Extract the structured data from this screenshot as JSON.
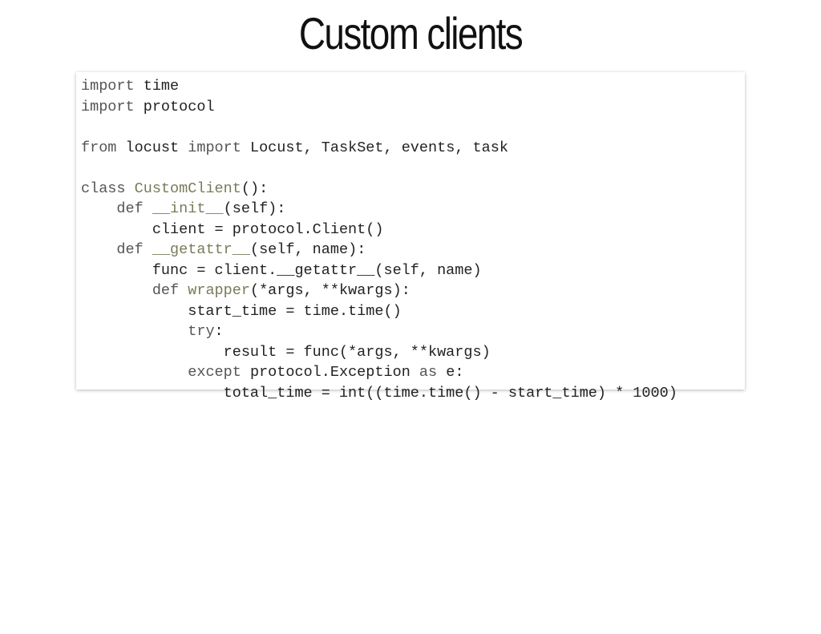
{
  "slide": {
    "title": "Custom clients"
  },
  "code": {
    "lines": [
      [
        {
          "t": "import",
          "k": "kw"
        },
        {
          "t": " time",
          "k": "plain"
        }
      ],
      [
        {
          "t": "import",
          "k": "kw"
        },
        {
          "t": " protocol",
          "k": "plain"
        }
      ],
      [],
      [
        {
          "t": "from",
          "k": "kw"
        },
        {
          "t": " locust ",
          "k": "plain"
        },
        {
          "t": "import",
          "k": "kw"
        },
        {
          "t": " Locust, TaskSet, events, task",
          "k": "plain"
        }
      ],
      [],
      [
        {
          "t": "class",
          "k": "kw"
        },
        {
          "t": " ",
          "k": "plain"
        },
        {
          "t": "CustomClient",
          "k": "name"
        },
        {
          "t": "():",
          "k": "plain"
        }
      ],
      [
        {
          "t": "    ",
          "k": "plain"
        },
        {
          "t": "def",
          "k": "kw"
        },
        {
          "t": " ",
          "k": "plain"
        },
        {
          "t": "__init__",
          "k": "name"
        },
        {
          "t": "(self):",
          "k": "plain"
        }
      ],
      [
        {
          "t": "        client = protocol.Client()",
          "k": "plain"
        }
      ],
      [
        {
          "t": "    ",
          "k": "plain"
        },
        {
          "t": "def",
          "k": "kw"
        },
        {
          "t": " ",
          "k": "plain"
        },
        {
          "t": "__getattr__",
          "k": "name"
        },
        {
          "t": "(self, name):",
          "k": "plain"
        }
      ],
      [
        {
          "t": "        func = client.__getattr__(self, name)",
          "k": "plain"
        }
      ],
      [
        {
          "t": "        ",
          "k": "plain"
        },
        {
          "t": "def",
          "k": "kw"
        },
        {
          "t": " ",
          "k": "plain"
        },
        {
          "t": "wrapper",
          "k": "name"
        },
        {
          "t": "(*args, **kwargs):",
          "k": "plain"
        }
      ],
      [
        {
          "t": "            start_time = time.time()",
          "k": "plain"
        }
      ],
      [
        {
          "t": "            ",
          "k": "plain"
        },
        {
          "t": "try",
          "k": "kw"
        },
        {
          "t": ":",
          "k": "plain"
        }
      ],
      [
        {
          "t": "                result = func(*args, **kwargs)",
          "k": "plain"
        }
      ],
      [
        {
          "t": "            ",
          "k": "plain"
        },
        {
          "t": "except",
          "k": "kw"
        },
        {
          "t": " protocol.Exception ",
          "k": "plain"
        },
        {
          "t": "as",
          "k": "kw"
        },
        {
          "t": " e:",
          "k": "plain"
        }
      ],
      [
        {
          "t": "                total_time = int((time.time() - start_time) * 1000)",
          "k": "plain"
        }
      ]
    ]
  }
}
